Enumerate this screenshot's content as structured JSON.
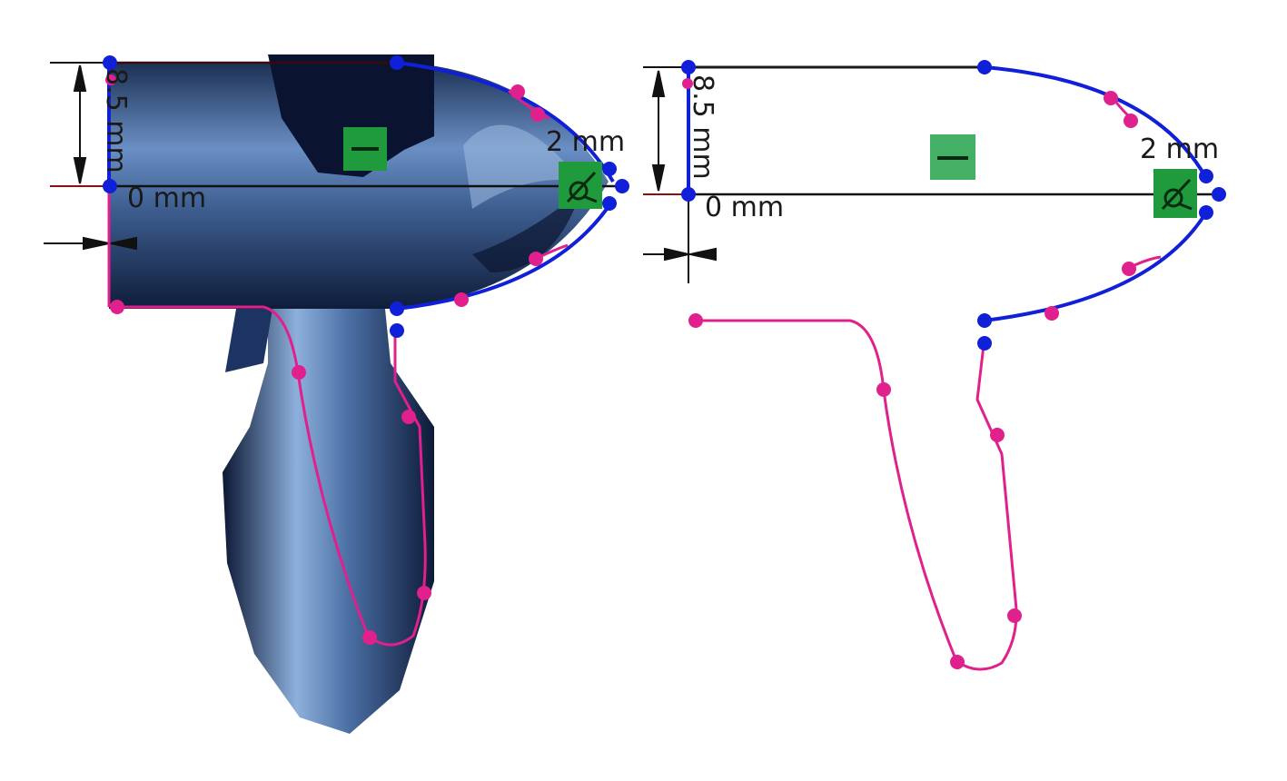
{
  "viewports": [
    {
      "id": "left",
      "mode": "sketch-over-3d-model",
      "dimensions": {
        "height": "8.5 mm",
        "offset": "2 mm",
        "origin": "0 mm"
      },
      "constraints": [
        {
          "type": "horizontal",
          "icon": "horizontal-constraint-icon"
        },
        {
          "type": "tangent",
          "icon": "tangent-constraint-icon"
        }
      ]
    },
    {
      "id": "right",
      "mode": "sketch-only",
      "dimensions": {
        "height": "8.5 mm",
        "offset": "2 mm",
        "origin": "0 mm"
      },
      "constraints": [
        {
          "type": "horizontal",
          "icon": "horizontal-constraint-icon"
        },
        {
          "type": "tangent",
          "icon": "tangent-constraint-icon"
        }
      ]
    }
  ],
  "colors": {
    "spline_pink": "#e0208c",
    "profile_blue": "#1020d8",
    "constraint_green": "#1fa040",
    "model_dark": "#0d1a3a",
    "model_light": "#7fa6d6"
  }
}
